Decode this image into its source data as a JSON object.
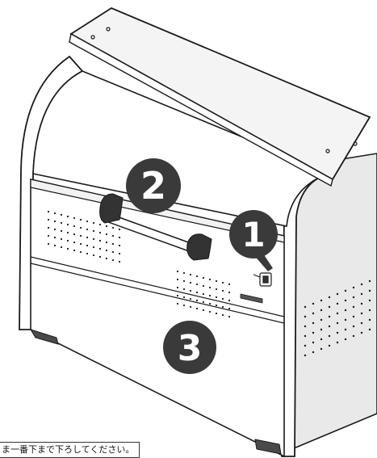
{
  "callouts": [
    {
      "label": "1"
    },
    {
      "label": "2"
    },
    {
      "label": "3"
    }
  ],
  "caption": {
    "text": "ま一番下まで下ろしてください。"
  },
  "colors": {
    "line": "#1a1a1a",
    "callout": "#3a3a3a",
    "lid_top": "#f4f4f4",
    "shade": "#e9e9e9",
    "foot": "#4a4a4a"
  }
}
